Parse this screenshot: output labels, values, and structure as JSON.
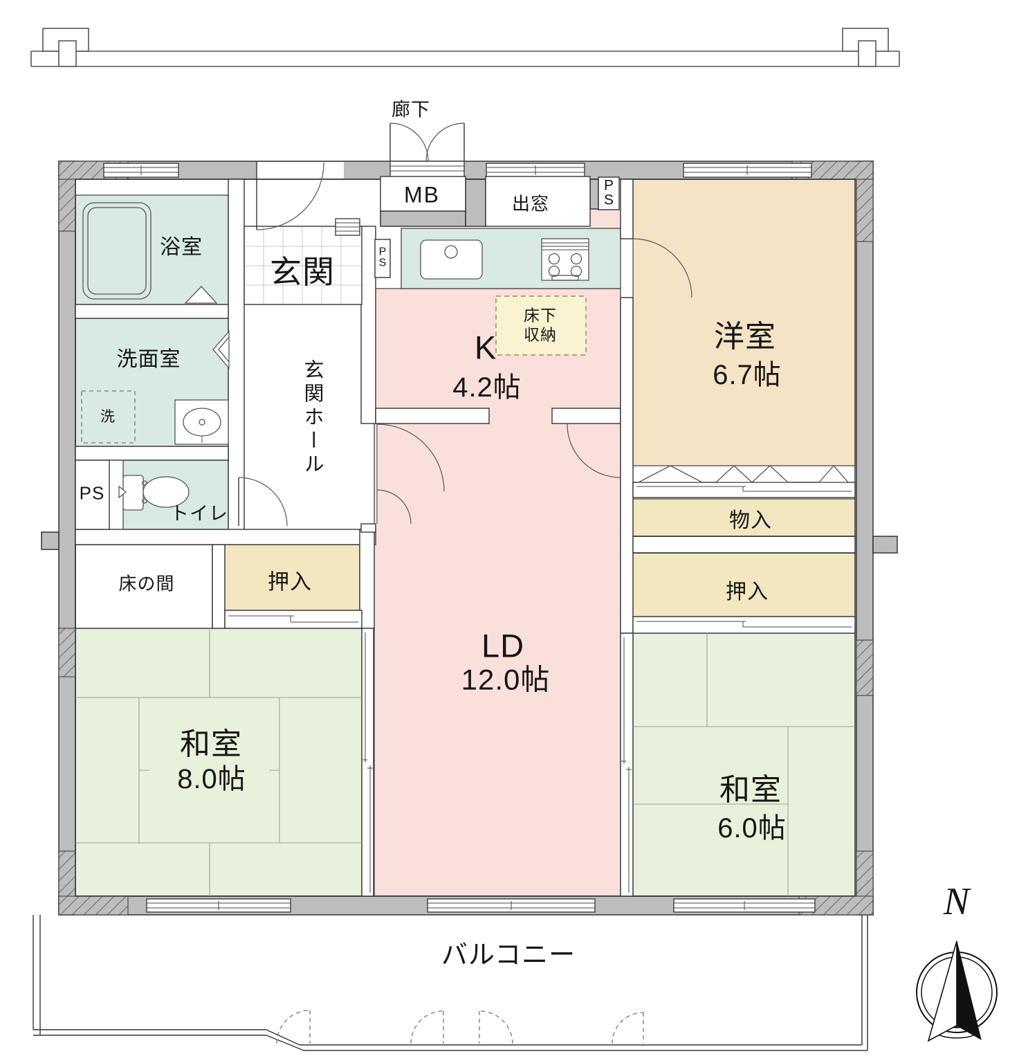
{
  "plan": {
    "rooms": {
      "kitchen": {
        "name": "K",
        "area": "4.2帖"
      },
      "living_dining": {
        "name": "LD",
        "area": "12.0帖"
      },
      "western": {
        "name": "洋室",
        "area": "6.7帖"
      },
      "japanese_8": {
        "name": "和室",
        "area": "8.0帖"
      },
      "japanese_6": {
        "name": "和室",
        "area": "6.0帖"
      },
      "entrance": {
        "name": "玄関"
      },
      "entrance_hall": {
        "name": "玄関ホール"
      },
      "bathroom": {
        "name": "浴室"
      },
      "washroom": {
        "name": "洗面室"
      },
      "toilet": {
        "name": "トイレ"
      },
      "alcove": {
        "name": "床の間"
      }
    },
    "storage": {
      "closet_left": "押入",
      "closet_right": "押入",
      "storage_in": "物入",
      "underfloor": "床下\n収納",
      "washer": "洗"
    },
    "annotations": {
      "corridor": "廊下",
      "balcony": "バルコニー",
      "meter_box": "MB",
      "bay_window": "出窓",
      "pipe_space_top": "PS",
      "pipe_space_kitchen": "PS",
      "pipe_space_left": "PS",
      "compass_north": "N"
    },
    "colors": {
      "wall": "#bdbdbd",
      "water_rooms": "#d9e9e3",
      "ld_kitchen": "#f9e0db",
      "western_room": "#f5e3c6",
      "tatami": "#e8f1db",
      "closet": "#f3e7c1",
      "underfloor_storage": "#faf3d2",
      "outline": "#333333"
    }
  }
}
